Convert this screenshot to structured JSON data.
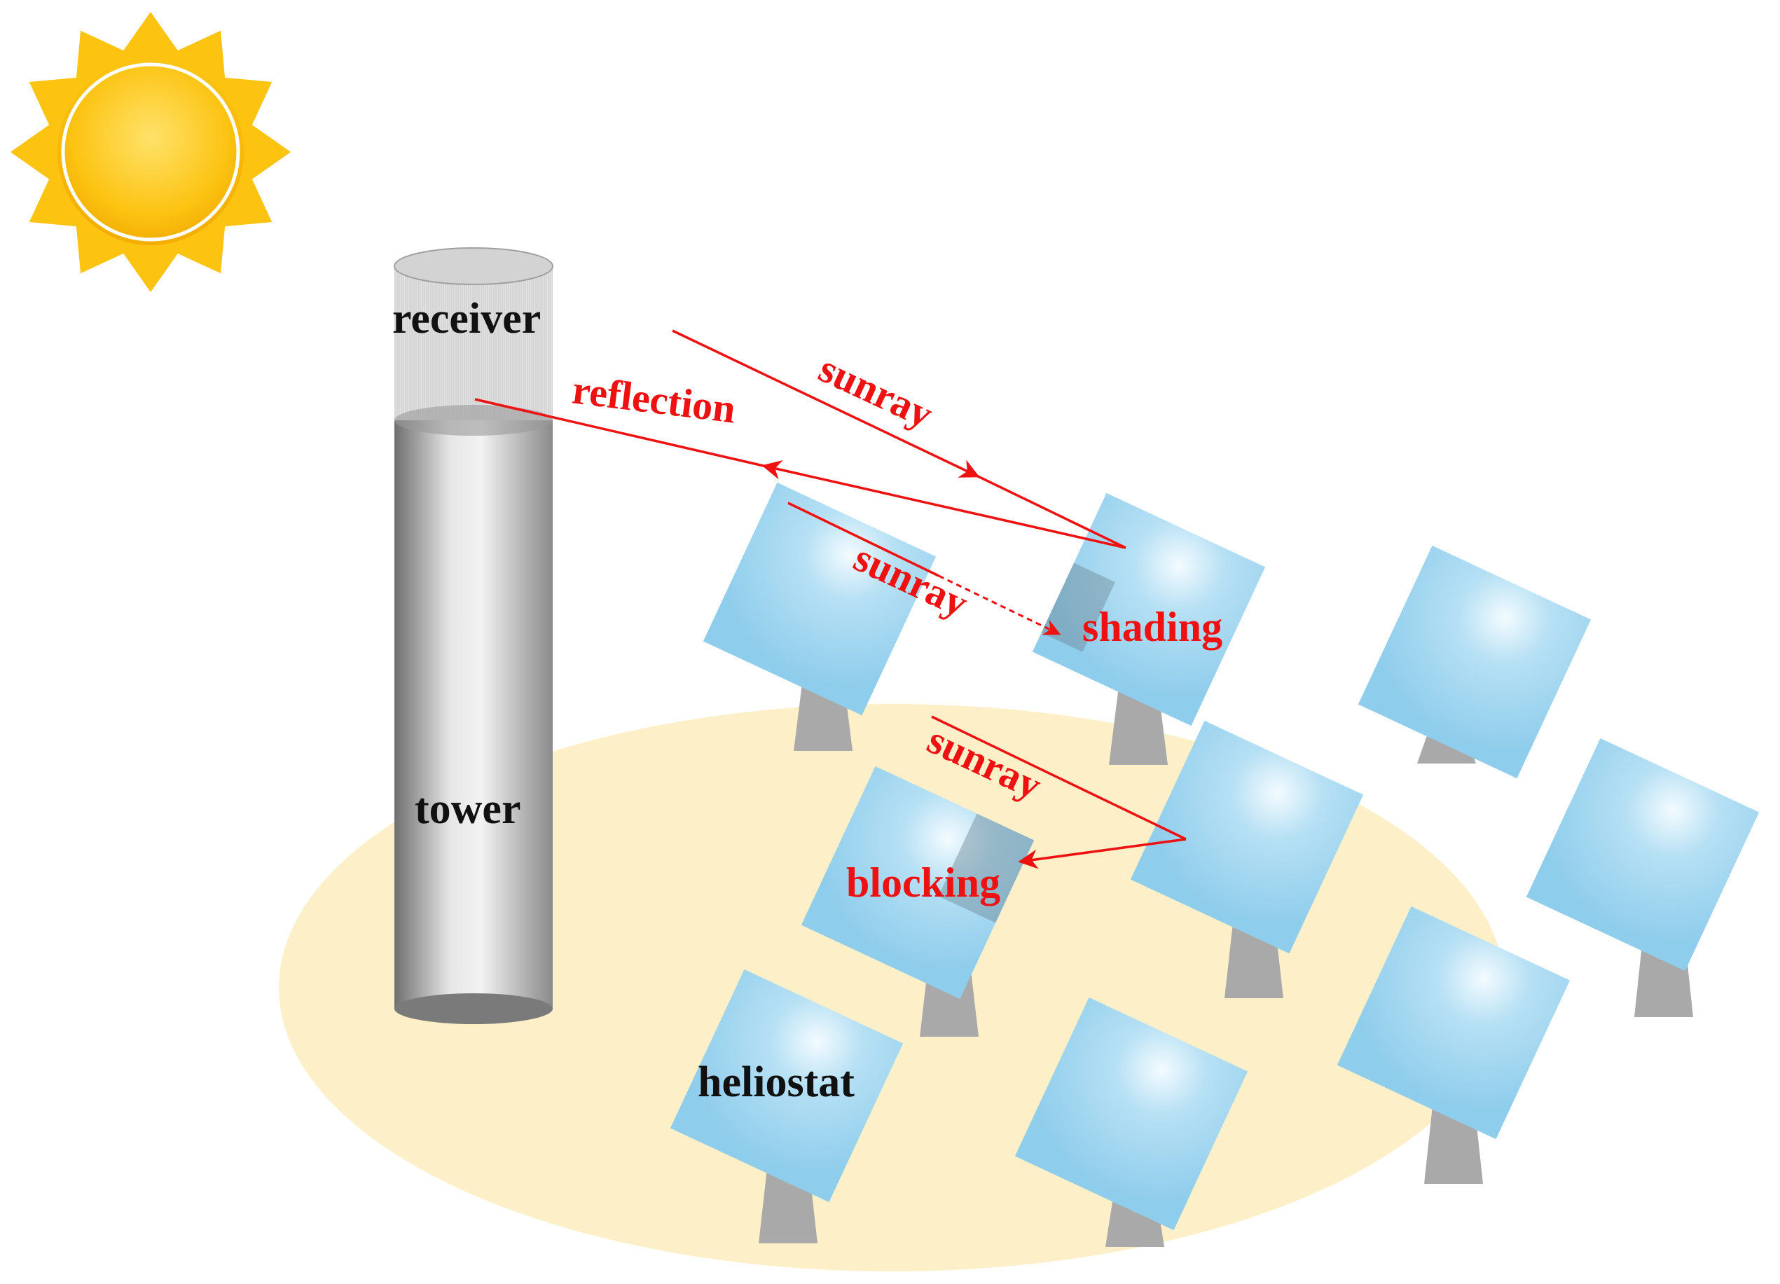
{
  "labels": {
    "receiver": "receiver",
    "tower": "tower",
    "heliostat": "heliostat",
    "sunray_top": "sunray",
    "reflection": "reflection",
    "sunray_middle": "sunray",
    "shading": "shading",
    "sunray_lower": "sunray",
    "blocking": "blocking"
  },
  "colors": {
    "ray": "#ee1111",
    "label_red": "#ee1111",
    "label_black": "#111111",
    "ground": "#fdf0c8",
    "sun": "#fcc311",
    "mirror": "#8fcdec",
    "stand": "#a9a9a9",
    "tower": "#a5a5a5"
  },
  "icons": {
    "sun": "sun-icon"
  }
}
